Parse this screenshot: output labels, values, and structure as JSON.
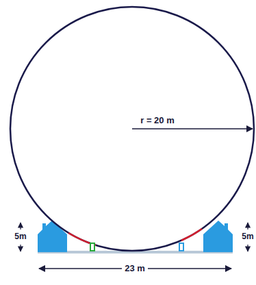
{
  "diagram": {
    "labels": [
      "r = 20 m",
      "5m",
      "5m",
      "23 m"
    ]
  }
}
